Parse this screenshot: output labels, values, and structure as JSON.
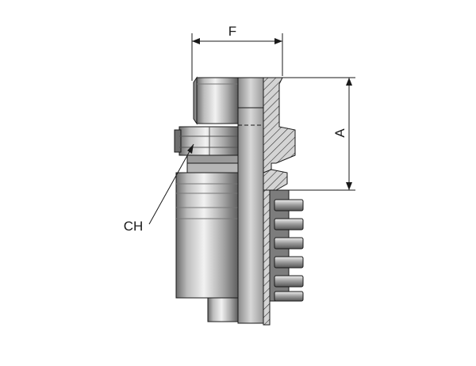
{
  "labels": {
    "width_dim": "F",
    "height_dim": "A",
    "hex_dim": "CH"
  },
  "colors": {
    "line": "#1a1a1a",
    "light_metal": "#d9d9d9",
    "mid_metal": "#a8a8a8",
    "dark_metal": "#5a5a5a",
    "hatch_bg": "#cfcfcf"
  }
}
